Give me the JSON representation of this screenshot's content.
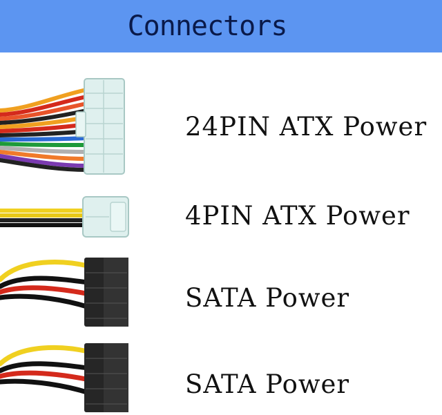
{
  "banner": {
    "title": "Connectors",
    "color": "#5c95f1"
  },
  "connectors": [
    {
      "label": "24PIN ATX Power",
      "icon": "atx-24pin-connector"
    },
    {
      "label": "4PIN ATX Power",
      "icon": "atx-4pin-connector"
    },
    {
      "label": "SATA Power",
      "icon": "sata-power-connector"
    },
    {
      "label": "SATA Power",
      "icon": "sata-power-connector"
    }
  ]
}
